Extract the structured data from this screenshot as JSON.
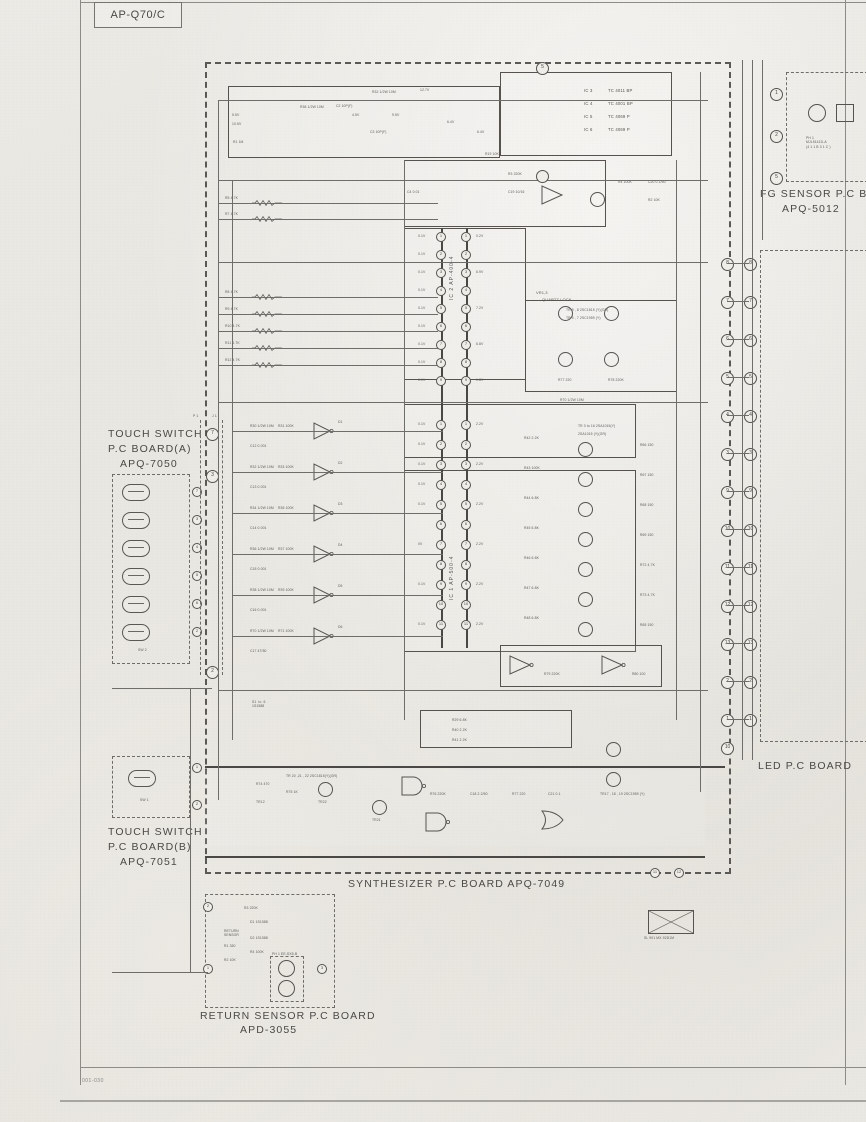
{
  "document": {
    "model_label": "AP-Q70/C",
    "footer_code": "001-030"
  },
  "boards": [
    {
      "id": "touch-a",
      "name": "TOUCH SWITCH",
      "line2": "P.C BOARD(A)",
      "part": "APQ-7050"
    },
    {
      "id": "touch-b",
      "name": "TOUCH SWITCH",
      "line2": "P.C BOARD(B)",
      "part": "APQ-7051"
    },
    {
      "id": "synth",
      "name": "SYNTHESIZER  P.C BOARD  APQ-7049",
      "line2": "",
      "part": "APQ-7049"
    },
    {
      "id": "return",
      "name": "RETURN SENSOR P.C BOARD",
      "line2": "",
      "part": "APD-3055"
    },
    {
      "id": "fg",
      "name": "FG SENSOR P.C BOARD",
      "line2": "",
      "part": "APQ-5012"
    },
    {
      "id": "led",
      "name": "LED P.C BOARD",
      "line2": "",
      "part": ""
    }
  ],
  "ic_list": [
    {
      "ref": "IC 3",
      "type": "TC 4011 BP"
    },
    {
      "ref": "IC 4",
      "type": "TC 4001 BP"
    },
    {
      "ref": "IC 5",
      "type": "TC 4069 P"
    },
    {
      "ref": "IC 6",
      "type": "TC 4069 P"
    }
  ],
  "connectors": [
    {
      "label": "IC 2   AP-400-4"
    },
    {
      "label": "IC 1   AP-500-4"
    }
  ],
  "annotations": {
    "quartz_lock": "VR1,3",
    "quartz_lock_2": "QUARTZ  LOCK",
    "return_sensor": "RETURN\nSENSOR",
    "fg_photo": "PH 1\nMJL5141D-A\n(4 1 1 B 3 1 C )",
    "return_photo": "PH 1  EE-SX5-B",
    "relay": "SL 901 MX-92D1M",
    "sw1": "SW 1",
    "sw2": "SW 2",
    "s_range": "S1  to  6\n1S1588",
    "tr_note1": "TR 9 , 8   2SC1815 (Y)(GR)",
    "tr_note2": "TR 4 , 7   2SC1959 (Y)",
    "tr_note3": "TR 20 ,21 , 22   2SC1815(Y)(GR)",
    "tr_note4": "TR17 , 18 , 19   2SC1959 (Y)",
    "tr_note5": "TR 3  to  16   2SA1015(Y)",
    "tr_note6": "2SA1015 (Y)(GR)"
  },
  "voltages": [
    "5.5V",
    "10.5V",
    "4.5V",
    "9.5V",
    "6.4V",
    "12.7V",
    "9.5V",
    "6.4V",
    "6.4V",
    "0.1V",
    "5.1V",
    "0.1V",
    "4.8V",
    "0.3V",
    "3.5V",
    "0V",
    "1.8V",
    "2.2V",
    "0.2V",
    "6.9V",
    "7.2V",
    "6.8V",
    "0.6V",
    "9.0V",
    "0.8V",
    "1.2V",
    "0.4V",
    "0.9V",
    "1.1V",
    "0.5V",
    "5.9V",
    "0.1V",
    "3.9V",
    "2.9V",
    "12.6V",
    "6.1V"
  ],
  "components": {
    "resistors": [
      "R1  1M",
      "R5  4.7K",
      "R7  4.7K",
      "R8  4.7K",
      "R9  4.7K",
      "R10 4.7K",
      "R11 4.7K",
      "R12 4.7K",
      "R4  5.6K",
      "R6  5.6K",
      "R18 10K",
      "R13 10K",
      "R19 10K",
      "R22 4.7K",
      "R23 4.7K",
      "R24 4.7K",
      "R30 1/2W 10M",
      "R31 100K",
      "R32 1/2W 10M",
      "R33 100K",
      "R34 1/2W 10M",
      "R35 100K",
      "R36 1/2W 10M",
      "R37 100K",
      "R38 1/2W 10M",
      "R39 100K",
      "R70 1/2W 10M",
      "R71 100K",
      "R25 330",
      "R26 220",
      "R27 100",
      "R28 220",
      "R29 6.8K",
      "R40 2.2K",
      "R41 2.2K",
      "R42 2.2K",
      "R43 100K",
      "R44 6.8K",
      "R45 6.8K",
      "R46 6.8K",
      "R47 6.8K",
      "R48 6.8K",
      "R49 6.8K",
      "R50 6.8K",
      "R51 6.8K",
      "R52 6.8K",
      "R53 6.8K",
      "R54 3.9K",
      "R55 3.9K",
      "R56 3.9K",
      "R57 3.9K",
      "R58 3.9K",
      "R59 3.9K",
      "R60 3.9K",
      "R61 3.9K",
      "R62 3.9K",
      "R63 3.9K",
      "R64 150",
      "R65 150",
      "R66 150",
      "R67 150",
      "R68 150",
      "R69 150",
      "R72 4.7K",
      "R73 4.7K",
      "R74 470",
      "R75 1K",
      "R76 220K",
      "R77 220",
      "R78 220K",
      "R79 220K",
      "R80 100",
      "R3 220K",
      "R4 100K",
      "R2 10K",
      "R1 330",
      "VR1 20KB"
    ],
    "capacitors": [
      "C2 10P(F)",
      "C3 10P(F)",
      "C4 0.01",
      "C5 2.2/50",
      "C6 2.2/50",
      "C7 0.0068(J)",
      "C8 0.047(J)",
      "C9 0.0068(J)",
      "C10 0.047(J)",
      "C11 0.001",
      "C12 0.001",
      "C13 0.001",
      "C14 0.001",
      "C15 0.001",
      "C16 0.001",
      "C17 47/50",
      "C18 2.2/50",
      "C19 10/16",
      "C20 0.1/50",
      "C21 0.1",
      "C2 10/16(M)",
      "C1 33/10"
    ],
    "diodes": [
      "D1 1S1588",
      "D2 1S1588",
      "D3 1S1588"
    ],
    "transistors": [
      "TR1",
      "TR2",
      "TR3",
      "TR4",
      "TR7",
      "TR8",
      "TR9",
      "TR10",
      "TR11",
      "TR12",
      "TR13",
      "TR14",
      "TR15",
      "TR16",
      "TR17",
      "TR18",
      "TR19",
      "TR20",
      "TR21",
      "TR22"
    ],
    "gates": [
      "D1",
      "D2",
      "D3",
      "D4",
      "D5",
      "D6"
    ]
  },
  "pin_numbers": [
    "1",
    "2",
    "3",
    "4",
    "5",
    "6",
    "7",
    "8",
    "9",
    "10",
    "11",
    "12"
  ],
  "colors": {
    "paper": "#e9e7e2",
    "ink": "#4a4845",
    "ink_light": "#6f6d69",
    "frame": "#8d8b86"
  }
}
